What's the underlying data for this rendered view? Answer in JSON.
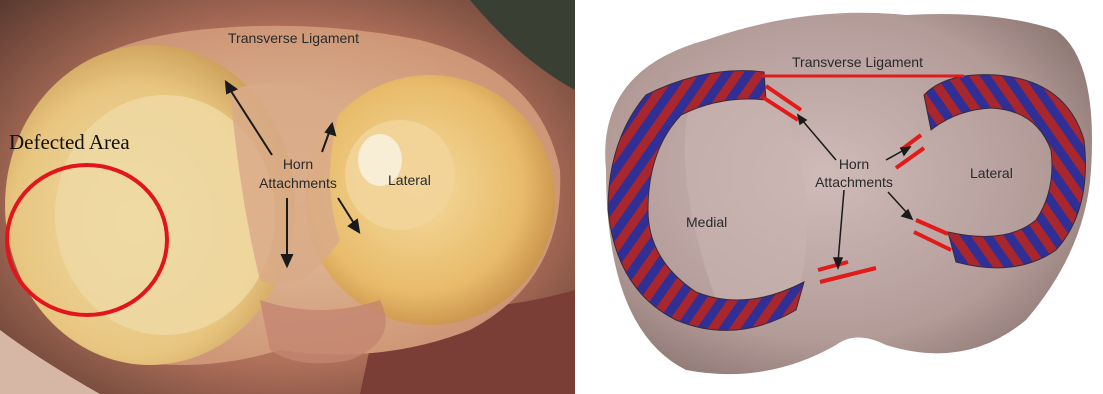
{
  "left_panel": {
    "labels": {
      "transverse_ligament": "Transverse Ligament",
      "horn_attachments_line1": "Horn",
      "horn_attachments_line2": "Attachments",
      "lateral": "Lateral",
      "defected_area": "Defected Area"
    },
    "colors": {
      "defect_circle": "#e3141c",
      "cartilage": "#e8c276",
      "tissue": "#c78a6b"
    }
  },
  "right_panel": {
    "labels": {
      "transverse_ligament": "Transverse Ligament",
      "horn_attachments_line1": "Horn",
      "horn_attachments_line2": "Attachments",
      "medial": "Medial",
      "lateral": "Lateral"
    },
    "colors": {
      "bone": "#b49c99",
      "meniscus_red": "#a8262c",
      "meniscus_blue": "#2f2f96",
      "ligament": "#e11a1a"
    }
  }
}
